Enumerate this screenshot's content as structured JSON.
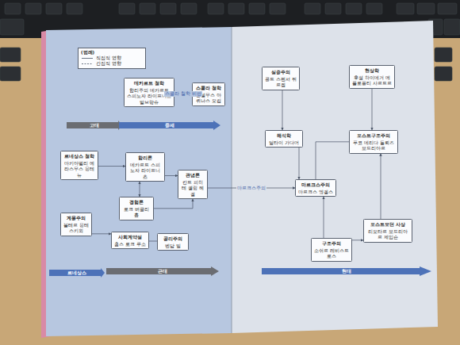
{
  "diagram": {
    "nodes": [
      {
        "text": [
          "데카르트 철학",
          "합리주의 데카르트 스피노자 라이프니츠 말브랑슈"
        ]
      },
      {
        "text": [
          "스콜라 철학",
          "안셀무스 아퀴나스 오컴"
        ]
      },
      {
        "text": [
          "고대"
        ]
      },
      {
        "text": [
          "중세"
        ]
      },
      {
        "text": [
          "르네상스 철학",
          "마키아벨리 에라스무스 몽테뉴"
        ]
      },
      {
        "text": [
          "합리론",
          "데카르트 스피노자 라이프니츠"
        ]
      },
      {
        "text": [
          "경험론",
          "로크 버클리 흄"
        ]
      },
      {
        "text": [
          "관념론",
          "칸트 피히테 셸링 헤겔"
        ]
      },
      {
        "text": [
          "계몽주의",
          "볼테르 몽테스키외"
        ]
      },
      {
        "text": [
          "사회계약설",
          "홉스 로크 루소"
        ]
      },
      {
        "text": [
          "공리주의",
          "벤담 밀"
        ]
      },
      {
        "text": [
          "르네상스"
        ]
      },
      {
        "text": [
          "근대"
        ]
      },
      {
        "text": [
          "실증주의",
          "콩트 스펜서 뒤르켐"
        ]
      },
      {
        "text": [
          "현상학",
          "후설 하이데거 메를로퐁티 사르트르"
        ]
      },
      {
        "text": [
          "해석학",
          "딜타이 가다머"
        ]
      },
      {
        "text": [
          "포스트구조주의",
          "푸코 데리다 들뢰즈 보드리야르"
        ]
      },
      {
        "text": [
          "마르크스주의",
          "마르크스 엥겔스"
        ]
      },
      {
        "text": [
          "포스트모던 사상",
          "리오타르 보드리야르 제임슨"
        ]
      },
      {
        "text": [
          "구조주의",
          "소쉬르 레비스트로스"
        ]
      },
      {
        "text": [
          "현대"
        ]
      }
    ],
    "edges": [
      {
        "from": 1,
        "to": 0,
        "arrow": "to",
        "label": "스콜라 철학 비판"
      },
      {
        "from": 4,
        "to": 5,
        "arrow": "to"
      },
      {
        "from": 5,
        "to": 7,
        "arrow": "to"
      },
      {
        "from": 6,
        "to": 7,
        "arrow": "to"
      },
      {
        "from": 5,
        "to": 6,
        "arrow": "both"
      },
      {
        "from": 8,
        "to": 9,
        "arrow": "to"
      },
      {
        "from": 9,
        "to": 10,
        "arrow": "none"
      },
      {
        "from": 7,
        "to": 17,
        "arrow": "to",
        "label": "마르크스주의"
      },
      {
        "from": 13,
        "to": 15,
        "arrow": "to"
      },
      {
        "from": 14,
        "to": 16,
        "arrow": "to"
      },
      {
        "from": 15,
        "to": 17,
        "arrow": "to"
      },
      {
        "from": 16,
        "to": 17,
        "arrow": "none"
      },
      {
        "from": 19,
        "to": 18,
        "arrow": "to"
      },
      {
        "from": 18,
        "to": 16,
        "arrow": "to"
      },
      {
        "from": 19,
        "to": 17,
        "arrow": "to"
      }
    ],
    "labels": [
      "(범례)"
    ],
    "legend": [
      {
        "text": "직접적 영향"
      },
      {
        "text": "간접적 영향"
      }
    ]
  }
}
